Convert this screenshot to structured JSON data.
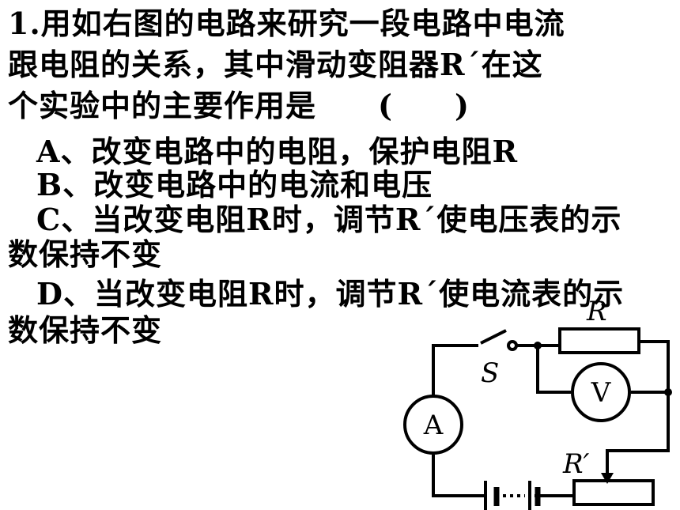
{
  "question": {
    "line1": "1.用如右图的电路来研究一段电路中电流",
    "line2": "跟电阻的关系，其中滑动变阻器R´在这",
    "line3": "个实验中的主要作用是　　(　　)"
  },
  "options": {
    "a": "A、改变电路中的电阻，保护电阻R",
    "b": "B、改变电路中的电流和电压",
    "c1": "C、当改变电阻R时，调节R´使电压表的示",
    "c2": "数保持不变",
    "d1": "D、当改变电阻R时，调节R´使电流表的示",
    "d2": "数保持不变"
  },
  "circuit": {
    "resistor_label": "R",
    "switch_label": "S",
    "voltmeter_label": "V",
    "ammeter_label": "A",
    "rheostat_label": "R′"
  }
}
